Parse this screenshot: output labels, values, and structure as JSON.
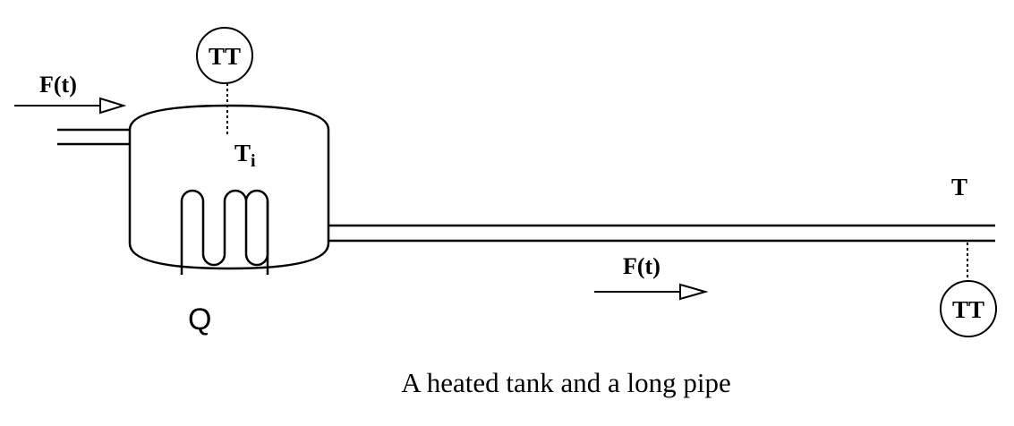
{
  "inlet": {
    "flow_label": "F(t)"
  },
  "tank": {
    "transmitter_label": "TT",
    "temperature_label": "T",
    "temperature_subscript": "i",
    "heat_label": "Q"
  },
  "pipe": {
    "flow_label": "F(t)",
    "temperature_label": "T",
    "transmitter_label": "TT"
  },
  "caption": "A heated tank and a long pipe",
  "colors": {
    "stroke": "#000000",
    "background": "#ffffff"
  }
}
